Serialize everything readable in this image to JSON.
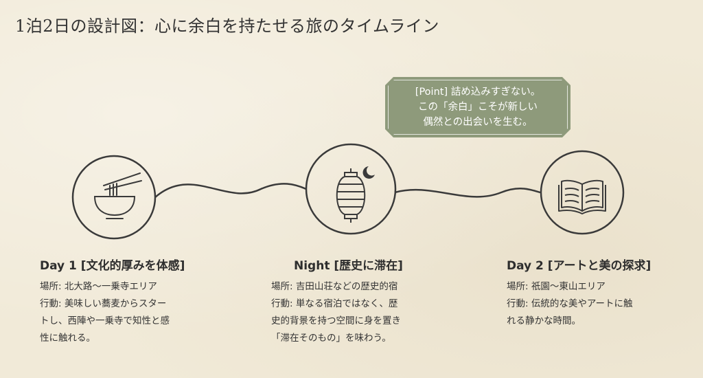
{
  "title": "1泊2日の設計図：心に余白を持たせる旅のタイムライン",
  "callout": {
    "lines": [
      "[Point] 詰め込みすぎない。",
      "この「余白」こそが新しい",
      "偶然との出会いを生む。"
    ]
  },
  "stages": [
    {
      "icon": "noodle-bowl-icon",
      "title": "Day 1 [文化的厚みを体感]",
      "lines": [
        "場所: 北大路〜一乗寺エリア",
        "行動: 美味しい蕎麦からスター",
        "トし、西陣や一乗寺で知性と感",
        "性に触れる。"
      ]
    },
    {
      "icon": "lantern-moon-icon",
      "title": "Night [歴史に滞在]",
      "lines": [
        "場所: 吉田山荘などの歴史的宿",
        "行動: 単なる宿泊ではなく、歴",
        "史的背景を持つ空間に身を置き",
        "「滞在そのもの」を味わう。"
      ]
    },
    {
      "icon": "open-book-icon",
      "title": "Day 2 [アートと美の探求]",
      "lines": [
        "場所: 祇園〜東山エリア",
        "行動: 伝統的な美やアートに触",
        "れる静かな時間。"
      ]
    }
  ],
  "colors": {
    "accent": "#8e9a7b",
    "line": "#3a3a3a",
    "background": "#f1ead8"
  }
}
